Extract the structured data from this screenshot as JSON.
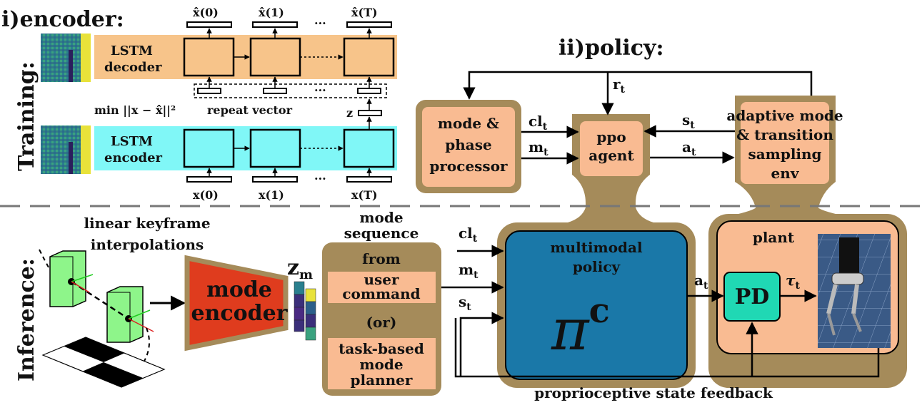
{
  "training": {
    "side_label": "Training:",
    "encoder": {
      "title": "i)encoder:",
      "decoder_label": [
        "LSTM",
        "decoder"
      ],
      "encoder_label": [
        "LSTM",
        "encoder"
      ],
      "loss": "min ||x − x̂||²",
      "repeat_vector": "repeat vector",
      "z": "z",
      "ellipsis": "···",
      "outputs": [
        "x̂(0)",
        "x̂(1)",
        "x̂(T)"
      ],
      "inputs": [
        "x(0)",
        "x(1)",
        "x(T)"
      ]
    },
    "policy": {
      "title": "ii)policy:",
      "mode_phase": [
        "mode &",
        "phase",
        "processor"
      ],
      "ppo_agent": [
        "ppo",
        "agent"
      ],
      "env": [
        "adaptive mode",
        "& transition",
        "sampling",
        "env"
      ],
      "signals": {
        "cl": "cl",
        "cl_sub": "t",
        "m": "m",
        "m_sub": "t",
        "s": "s",
        "s_sub": "t",
        "a": "a",
        "a_sub": "t",
        "r": "r",
        "r_sub": "t"
      }
    }
  },
  "inference": {
    "side_label": "Inference:",
    "keyframe_label": [
      "linear keyframe",
      "interpolations"
    ],
    "mode_encoder": [
      "mode",
      "encoder"
    ],
    "zm": "z",
    "zm_sub": "m",
    "mode_sequence_label": [
      "mode",
      "sequence"
    ],
    "from": "from",
    "user_command": [
      "user",
      "command"
    ],
    "or": "(or)",
    "task_planner": [
      "task-based",
      "mode",
      "planner"
    ],
    "signals": {
      "cl": "cl",
      "cl_sub": "t",
      "m": "m",
      "m_sub": "t",
      "s": "s",
      "s_sub": "t",
      "a": "a",
      "a_sub": "t",
      "tau": "τ",
      "tau_sub": "t"
    },
    "policy": [
      "multimodal",
      "policy"
    ],
    "pi": "π",
    "pi_sup": "c",
    "plant": "plant",
    "pd": "PD",
    "feedback": "proprioceptive state feedback"
  },
  "colors": {
    "decoder_band": "#f7c48a",
    "encoder_band": "#80f7f7",
    "olive": "#a58b5a",
    "peach": "#f9bb92",
    "policy_blue": "#1a78a8",
    "mode_encoder_red": "#df3c1e",
    "pd_teal": "#20d8b4",
    "keyframe_green": "#8ef58a"
  }
}
